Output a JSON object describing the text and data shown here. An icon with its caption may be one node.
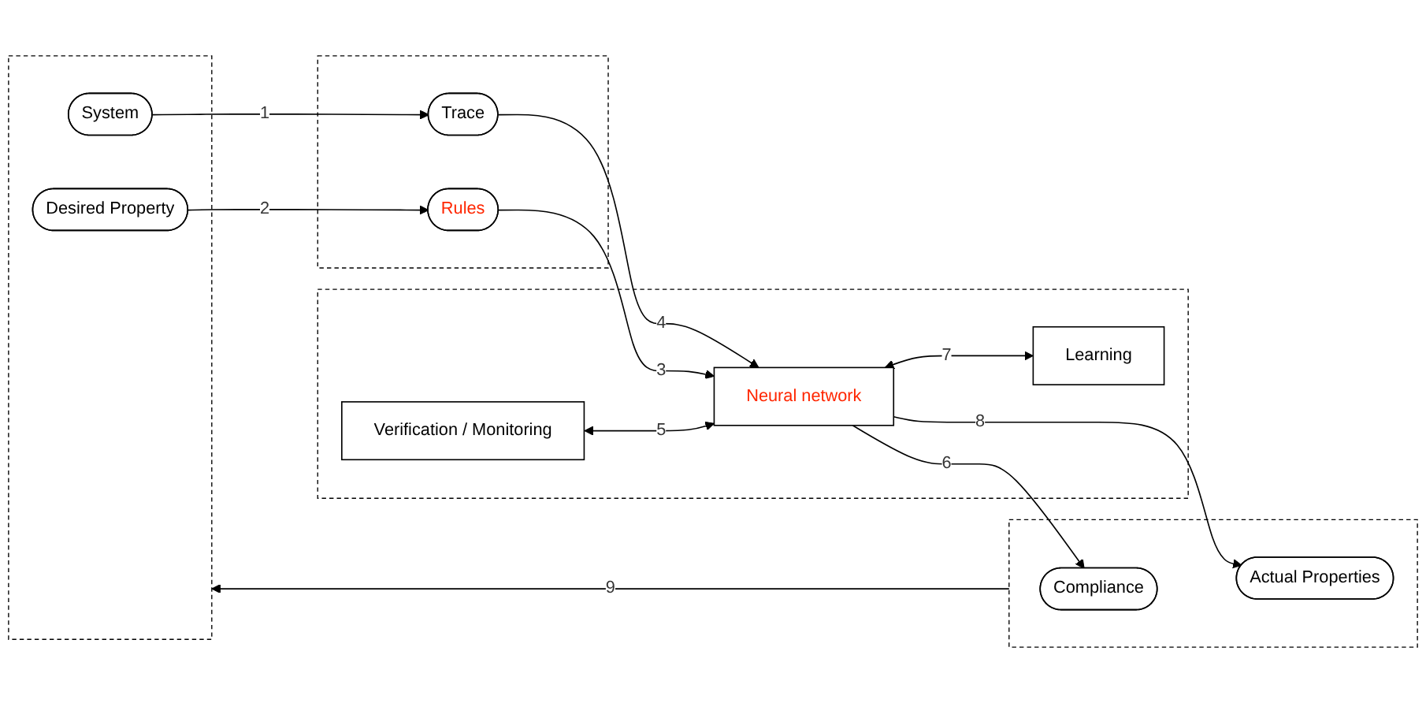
{
  "diagram": {
    "nodes": [
      {
        "text": [],
        "shape": "box"
      },
      {
        "text": [
          "System"
        ],
        "in": 0
      },
      {
        "text": [
          "Desired Property"
        ],
        "in": 0
      },
      {
        "text": [],
        "shape": "box"
      },
      {
        "text": [
          "Trace"
        ],
        "in": 3
      },
      {
        "text": [
          "Rules"
        ],
        "in": 3
      },
      {
        "text": [],
        "shape": "box"
      },
      {
        "text": [
          "Verification / Monitoring"
        ],
        "in": 6
      },
      {
        "text": [
          "Neural network"
        ],
        "in": 6
      },
      {
        "text": [
          "Learning"
        ],
        "in": 6
      },
      {
        "text": [],
        "shape": "box"
      },
      {
        "text": [
          "Compliance"
        ],
        "in": 10
      },
      {
        "text": [
          "Actual Properties"
        ],
        "in": 10
      }
    ],
    "edges": [
      {
        "from": 1,
        "to": 4,
        "arrow": "to",
        "label": "1"
      },
      {
        "from": 2,
        "to": 5,
        "arrow": "to",
        "label": "2"
      },
      {
        "from": 4,
        "to": 8,
        "arrow": "to",
        "label": "4"
      },
      {
        "from": 5,
        "to": 8,
        "arrow": "to",
        "label": "3"
      },
      {
        "from": 7,
        "to": 8,
        "arrow": "both",
        "label": "5"
      },
      {
        "from": 8,
        "to": 11,
        "arrow": "to",
        "label": "6"
      },
      {
        "from": 8,
        "to": 9,
        "arrow": "both",
        "label": "7"
      },
      {
        "from": 8,
        "to": 12,
        "arrow": "to",
        "label": "8"
      },
      {
        "from": 10,
        "to": 0,
        "arrow": "to",
        "label": "9"
      }
    ]
  }
}
